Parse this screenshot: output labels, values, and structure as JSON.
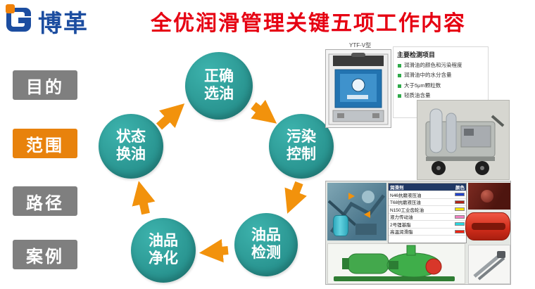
{
  "header": {
    "logo_text": "博革",
    "title": "全优润滑管理关键五项工作内容",
    "title_color": "#e60012",
    "logo_color": "#1c4da0"
  },
  "sidebar": {
    "active_color": "#e8820c",
    "inactive_color": "#7f7f7f",
    "items": [
      {
        "label": "目的",
        "active": false
      },
      {
        "label": "范围",
        "active": true
      },
      {
        "label": "路径",
        "active": false
      },
      {
        "label": "案例",
        "active": false
      }
    ]
  },
  "cycle": {
    "circle_color": "#2a9a96",
    "arrow_color": "#f2920c",
    "steps": [
      {
        "line1": "正确",
        "line2": "选油"
      },
      {
        "line1": "污染",
        "line2": "控制"
      },
      {
        "line1": "油品",
        "line2": "检测"
      },
      {
        "line1": "油品",
        "line2": "净化"
      },
      {
        "line1": "状态",
        "line2": "换油"
      }
    ]
  },
  "right_top": {
    "device_label": "YTF-V型",
    "checklist_title": "主要检测项目",
    "checklist_items": [
      "润滑油的颜色和污染程度",
      "润滑油中的水分含量",
      "大于5μm颗粒数",
      "轻质油含量"
    ]
  },
  "right_bottom": {
    "table": {
      "headers": [
        "润滑剂",
        "颜色"
      ],
      "rows": [
        {
          "name": "N46抗磨液压油",
          "color": "#2244cc"
        },
        {
          "name": "T68抗磨液压油",
          "color": "#b02418"
        },
        {
          "name": "N150工业齿轮油",
          "color": "#f5e400"
        },
        {
          "name": "液力传动油",
          "color": "#f07fc0"
        },
        {
          "name": "2号锂基脂",
          "color": "#28d8e0"
        },
        {
          "name": "高温润滑脂",
          "color": "#ee2211"
        }
      ]
    }
  }
}
